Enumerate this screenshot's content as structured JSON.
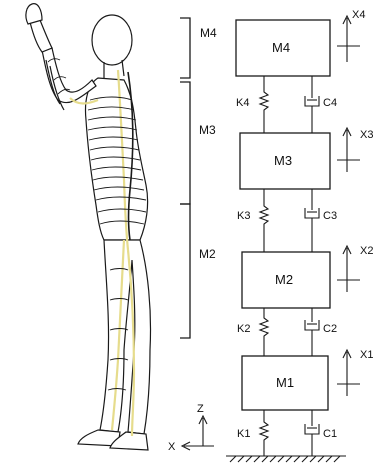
{
  "diagram": {
    "masses": [
      {
        "id": "m4",
        "label": "M4"
      },
      {
        "id": "m3",
        "label": "M3"
      },
      {
        "id": "m2",
        "label": "M2"
      },
      {
        "id": "m1",
        "label": "M1"
      }
    ],
    "springs": [
      {
        "id": "k4",
        "label": "K4"
      },
      {
        "id": "k3",
        "label": "K3"
      },
      {
        "id": "k2",
        "label": "K2"
      },
      {
        "id": "k1",
        "label": "K1"
      }
    ],
    "dampers": [
      {
        "id": "c4",
        "label": "C4"
      },
      {
        "id": "c3",
        "label": "C3"
      },
      {
        "id": "c2",
        "label": "C2"
      },
      {
        "id": "c1",
        "label": "C1"
      }
    ],
    "displacements": [
      {
        "id": "x4",
        "label": "X4"
      },
      {
        "id": "x3",
        "label": "X3"
      },
      {
        "id": "x2",
        "label": "X2"
      },
      {
        "id": "x1",
        "label": "X1"
      }
    ],
    "segments": [
      {
        "id": "m4",
        "label": "M4"
      },
      {
        "id": "m3",
        "label": "M3"
      },
      {
        "id": "m2",
        "label": "M2"
      }
    ],
    "axes": {
      "vertical": "Z",
      "horizontal": "X"
    }
  },
  "colors": {
    "line": "#1a1a1a",
    "nerve": "#e6dc8c",
    "skin": "#ffffff"
  }
}
